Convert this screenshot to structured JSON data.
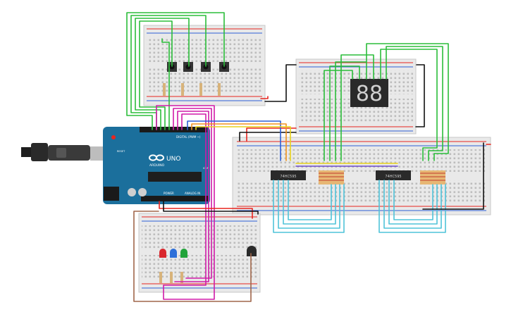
{
  "arduino": {
    "digital_label": "DIGITAL (PWM ~)",
    "uno_label": "UNO",
    "brand_label": "ARDUINO",
    "power_label": "POWER",
    "analog_label": "ANALOG IN",
    "reset_label": "RESET",
    "icsp_label": "ICSP"
  },
  "chips": {
    "left_label": "74HC595",
    "right_label": "74HC595"
  },
  "display": {
    "digits": "88"
  },
  "colors": {
    "green": "#2bbd3a",
    "magenta": "#d01aa8",
    "teal": "#4fc3d9",
    "brown": "#a0664a",
    "red": "#e8251f",
    "black": "#111111",
    "yellow": "#e8d21b",
    "blue": "#2d5fd6",
    "orange": "#f0931e",
    "board": "#1b6f9c",
    "breadboard": "#e9e9e9"
  },
  "icons": {
    "usb": "usb-cable-icon",
    "logo": "arduino-infinity-logo",
    "leds": [
      "red-led-icon",
      "blue-led-icon",
      "green-led-icon"
    ],
    "sensor": "temperature-sensor-icon"
  }
}
